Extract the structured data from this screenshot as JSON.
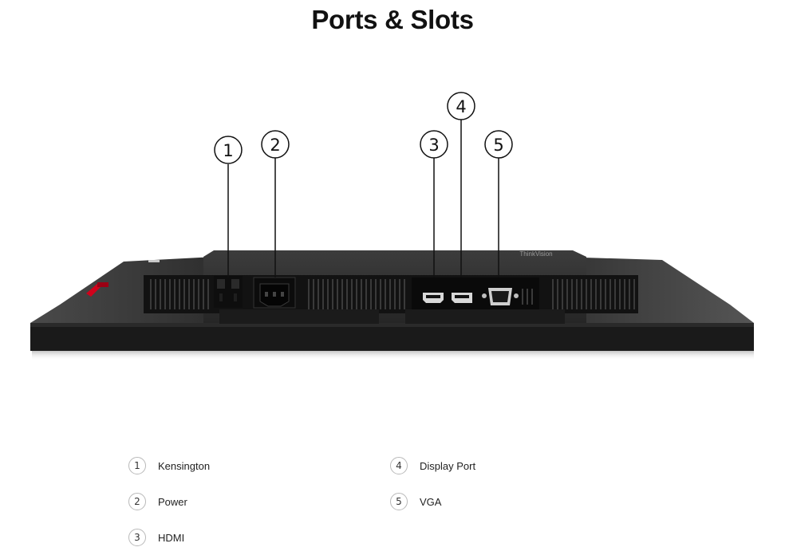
{
  "page": {
    "title": "Ports & Slots"
  },
  "figure": {
    "brand_text": "ThinkVision",
    "callouts": [
      "1",
      "2",
      "3",
      "4",
      "5"
    ]
  },
  "legend": {
    "items": [
      {
        "number": "1",
        "label": "Kensington"
      },
      {
        "number": "2",
        "label": "Power"
      },
      {
        "number": "3",
        "label": "HDMI"
      },
      {
        "number": "4",
        "label": "Display Port"
      },
      {
        "number": "5",
        "label": "VGA"
      }
    ]
  },
  "colors": {
    "bezel": "#1c1c1c",
    "housing": "#2f2f2f",
    "accent_red": "#d0021b",
    "badge_border": "#b9b9b9"
  }
}
